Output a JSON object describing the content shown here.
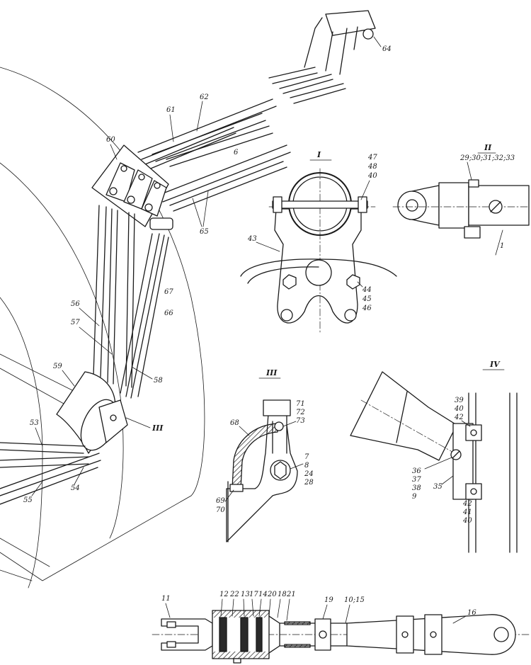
{
  "callouts": {
    "c64": "64",
    "c62": "62",
    "c61": "61",
    "c6": "6",
    "c60": "60",
    "c65": "65",
    "c67": "67",
    "c66": "66",
    "c56": "56",
    "c57": "57",
    "c58": "58",
    "c59": "59",
    "cIII": "III",
    "c53": "53",
    "c55": "55",
    "c54": "54"
  },
  "detail_I": {
    "title": "I",
    "c47": "47",
    "c48": "48",
    "c40": "40",
    "c43": "43",
    "c44": "44",
    "c45": "45",
    "c46": "46"
  },
  "detail_II": {
    "title": "II",
    "range": "29;30;31;32;33",
    "c1": "1"
  },
  "detail_III": {
    "title": "III",
    "c71": "71",
    "c72": "72",
    "c73": "73",
    "c68": "68",
    "c7": "7",
    "c8": "8",
    "c24": "24",
    "c28": "28",
    "c69": "69",
    "c70": "70"
  },
  "detail_IV": {
    "title": "IV",
    "c39": "39",
    "c40a": "40",
    "c42a": "42",
    "c36": "36",
    "c37": "37",
    "c38": "38",
    "c9": "9",
    "c35": "35",
    "c42b": "42",
    "c41": "41",
    "c40b": "40"
  },
  "rod": {
    "c11": "11",
    "c12": "12",
    "c22": "22",
    "c13": "13",
    "c17": "17",
    "c14": "14",
    "c20": "20",
    "c18": "18",
    "c21": "21",
    "c19": "19",
    "c10_15": "10;15",
    "c16": "16"
  }
}
